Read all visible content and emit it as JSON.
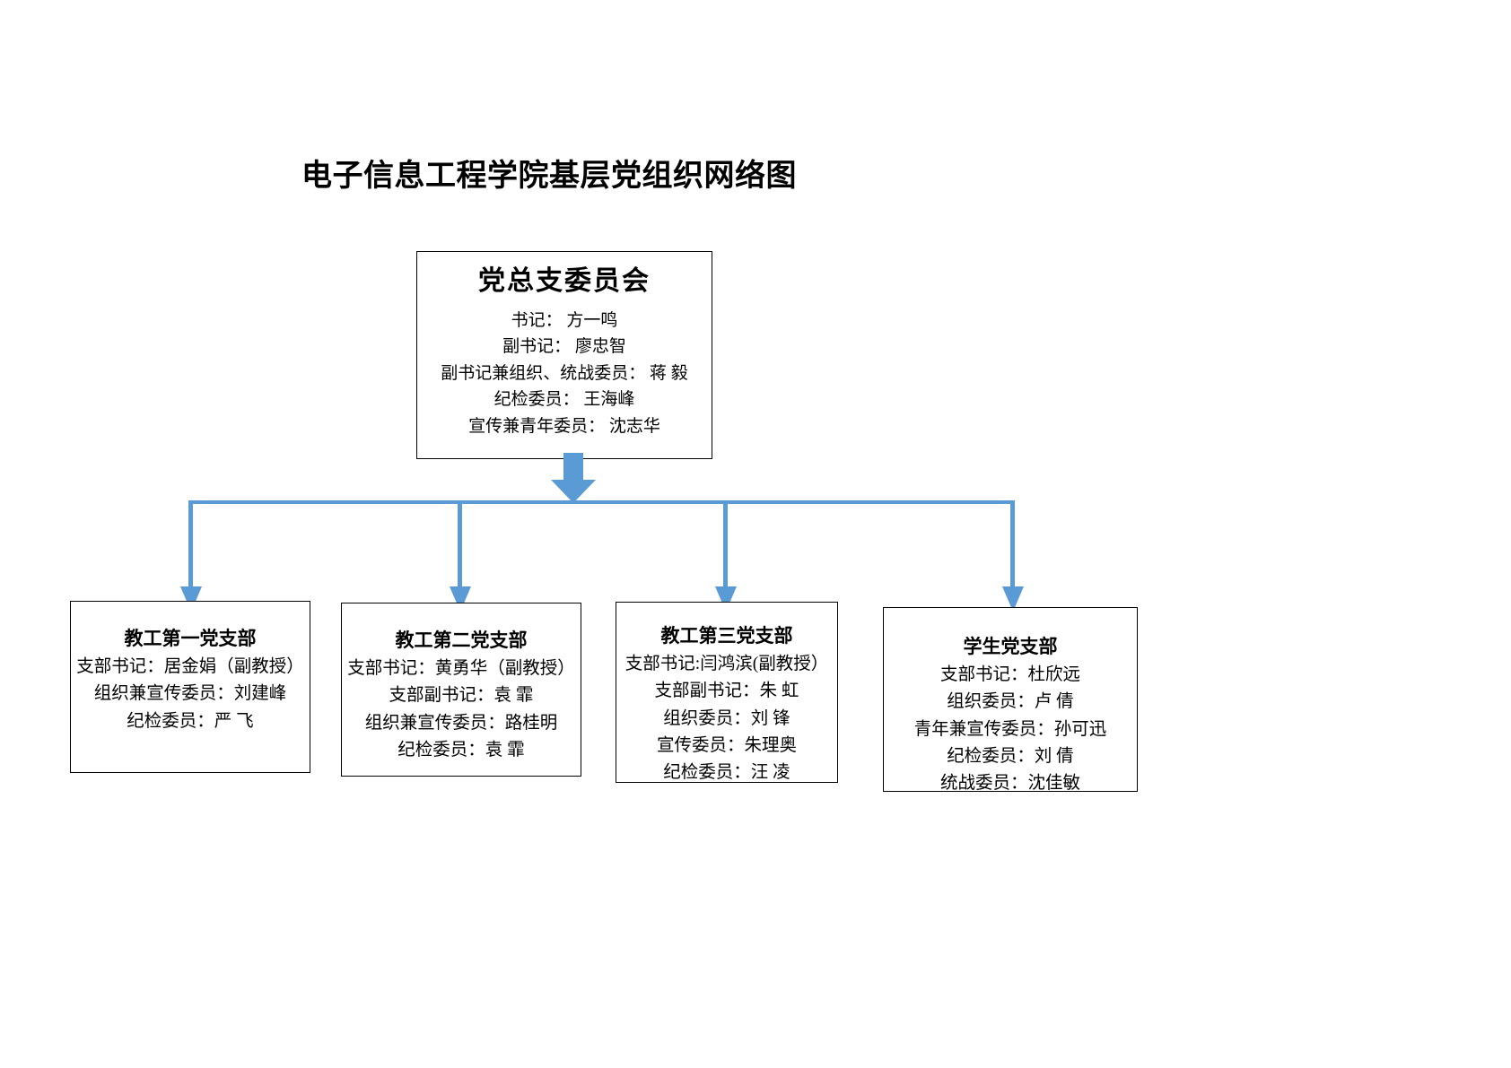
{
  "document": {
    "title": "电子信息工程学院基层党组织网络图"
  },
  "colors": {
    "connector": "#5B9BD5",
    "box_border": "#000000",
    "text": "#000000",
    "background": "#FFFFFF"
  },
  "root": {
    "title": "党总支委员会",
    "lines": [
      "书记： 方一鸣",
      "副书记： 廖忠智",
      "副书记兼组织、统战委员： 蒋 毅",
      "纪检委员： 王海峰",
      "宣传兼青年委员： 沈志华"
    ]
  },
  "branches": [
    {
      "title": "教工第一党支部",
      "lines": [
        "支部书记：居金娟（副教授）",
        "组织兼宣传委员：刘建峰",
        "纪检委员：严 飞"
      ]
    },
    {
      "title": "教工第二党支部",
      "lines": [
        "支部书记：黄勇华（副教授）",
        "支部副书记：袁 霏",
        "组织兼宣传委员：路桂明",
        "纪检委员：袁 霏"
      ]
    },
    {
      "title": "教工第三党支部",
      "lines": [
        "支部书记:闫鸿滨(副教授）",
        "支部副书记：朱 虹",
        "组织委员：刘 锋",
        "宣传委员：朱理奥",
        "纪检委员：汪 凌"
      ]
    },
    {
      "title": "学生党支部",
      "lines": [
        "支部书记：杜欣远",
        "组织委员：卢 倩",
        "青年兼宣传委员：孙可迅",
        "纪检委员：刘 倩",
        "统战委员：沈佳敏"
      ]
    }
  ],
  "connectors": {
    "root_arrow_name": "down-arrow-icon",
    "branch_arrow_name": "branch-down-arrow-icon"
  }
}
